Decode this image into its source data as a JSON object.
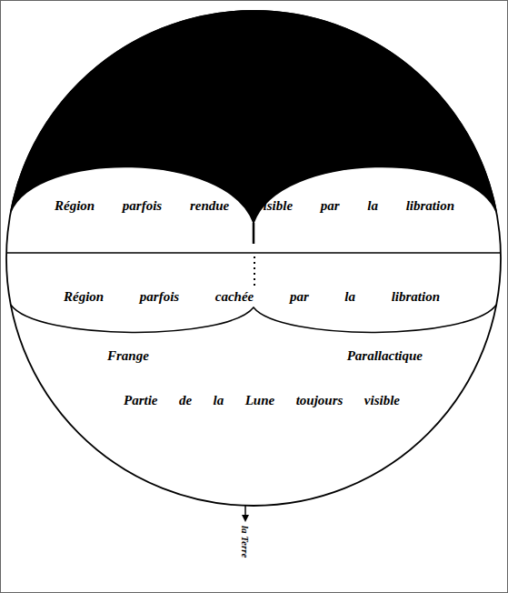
{
  "diagram": {
    "nodes": [
      {
        "text": [
          "Région parfois rendue visible par la libration"
        ]
      },
      {
        "text": [
          "Région parfois cachée par la libration"
        ]
      },
      {
        "text": [
          "Partie de la Lune toujours visible"
        ]
      }
    ],
    "labels": [
      "Frange Parallactique",
      "la Terre"
    ]
  }
}
